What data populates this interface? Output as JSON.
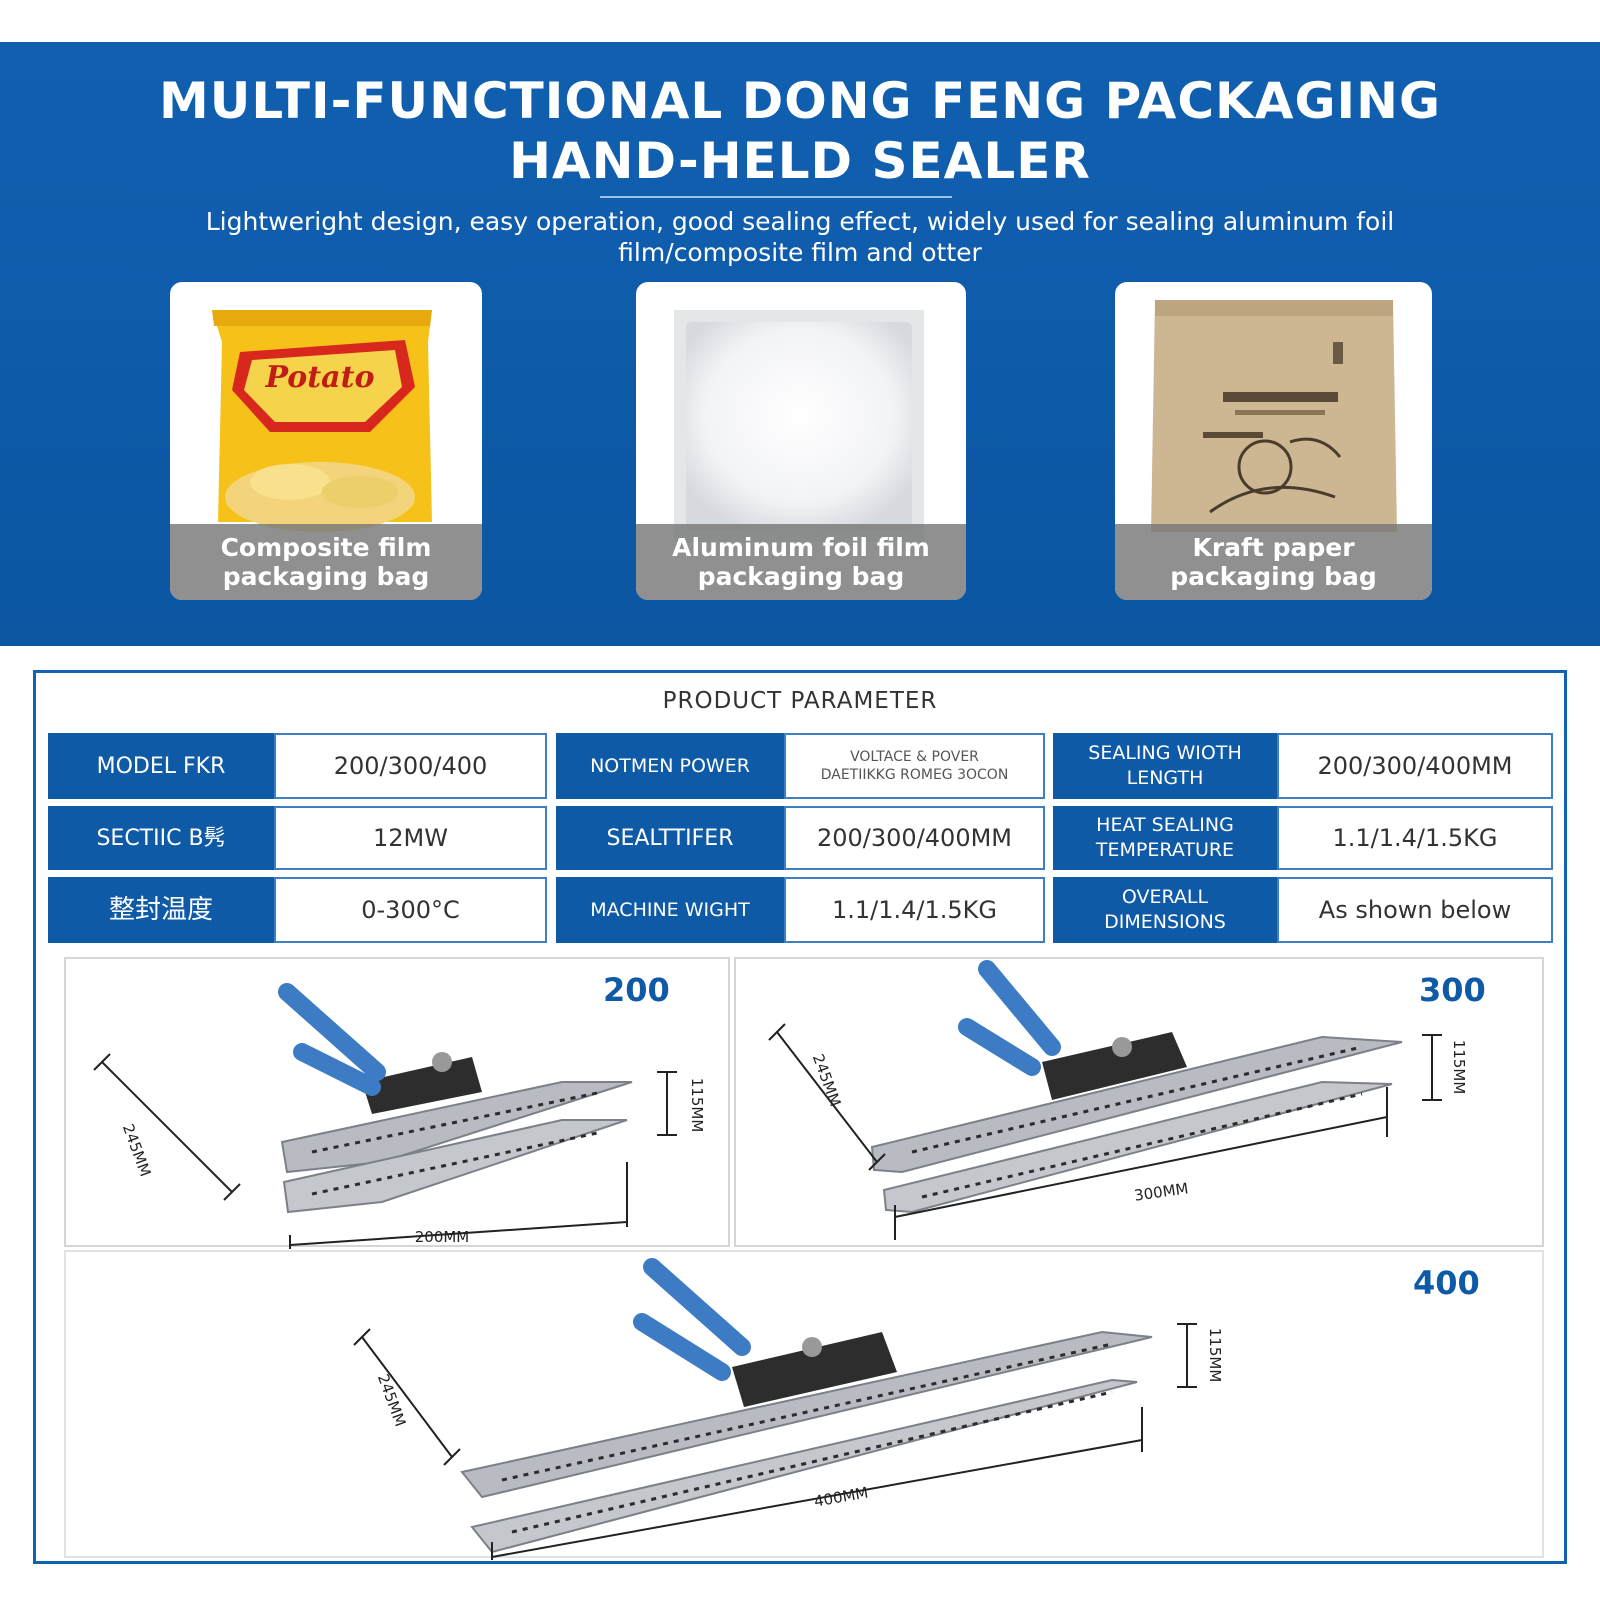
{
  "header": {
    "title_line1": "MULTI-FUNCTIONAL DONG FENG PACKAGING",
    "title_line2": "HAND-HELD SEALER",
    "subtitle_line1": "Lightweright design, easy operation, good sealing effect, widely used for sealing aluminum foil",
    "subtitle_line2": "film/composite film and otter"
  },
  "bags": [
    {
      "line1": "Composite film",
      "line2": "packaging bag",
      "bag_text": "Potato"
    },
    {
      "line1": "Aluminum foil film",
      "line2": "packaging bag"
    },
    {
      "line1": "Kraft paper",
      "line2": "packaging bag"
    }
  ],
  "parameters": {
    "title": "PRODUCT PARAMETER",
    "rows": [
      [
        {
          "label": "MODEL FKR",
          "value": "200/300/400"
        },
        {
          "label": "NOTMEN POWER",
          "value_line1": "VOLTACE & POVER",
          "value_line2": "DAETIIKKG ROMEG 3OCON"
        },
        {
          "label_line1": "SEALING WIOTH",
          "label_line2": "LENGTH",
          "value": "200/300/400MM"
        }
      ],
      [
        {
          "label": "SECTIIC B䯮",
          "value": "12MW"
        },
        {
          "label": "SEALTTIFER",
          "value": "200/300/400MM"
        },
        {
          "label_line1": "HEAT SEALING",
          "label_line2": "TEMPERATURE",
          "value": "1.1/1.4/1.5KG"
        }
      ],
      [
        {
          "label": "整封温度",
          "value": "0-300°C"
        },
        {
          "label": "MACHINE WIGHT",
          "value": "1.1/1.4/1.5KG"
        },
        {
          "label_line1": "OVERALL",
          "label_line2": "DIMENSIONS",
          "value": "As shown below"
        }
      ]
    ]
  },
  "sizes": [
    {
      "model": "200",
      "width_label": "200MM",
      "depth_label": "245MM",
      "height_label": "115MM"
    },
    {
      "model": "300",
      "width_label": "300MM",
      "depth_label": "245MM",
      "height_label": "115MM"
    },
    {
      "model": "400",
      "width_label": "400MM",
      "depth_label": "245MM",
      "height_label": "115MM"
    }
  ]
}
